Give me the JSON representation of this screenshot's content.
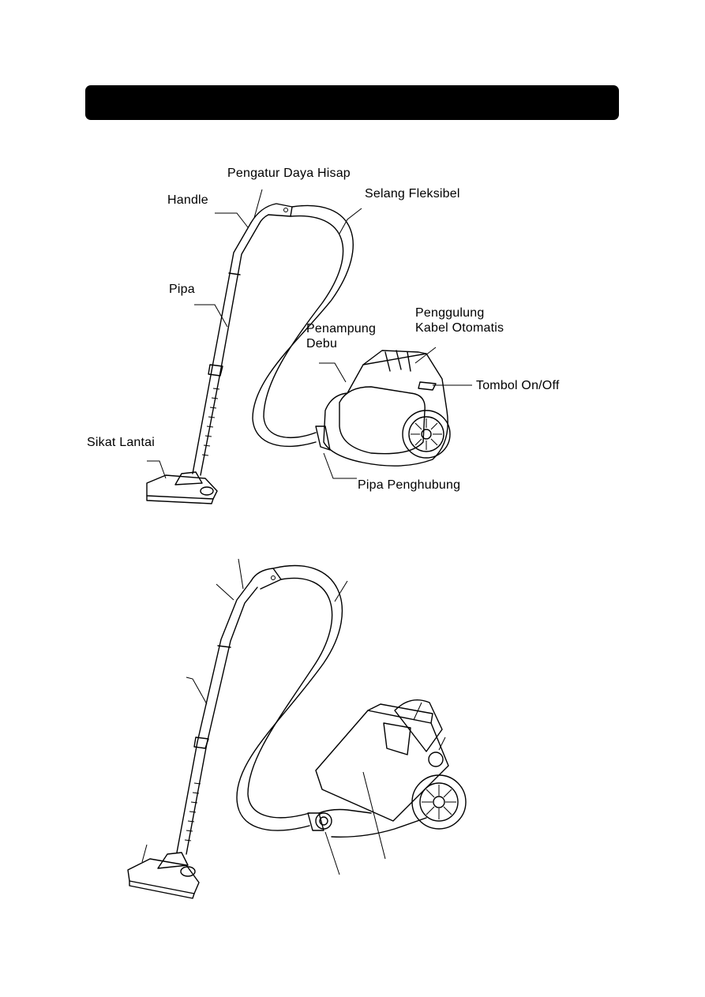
{
  "header": {
    "title": ""
  },
  "diagram1": {
    "labels": {
      "suction_regulator": "Pengatur Daya Hisap",
      "handle": "Handle",
      "flexible_hose": "Selang Fleksibel",
      "pipe": "Pipa",
      "dust_container": "Penampung\nDebu",
      "cord_rewinder": "Penggulung\nKabel Otomatis",
      "power_button": "Tombol On/Off",
      "floor_brush": "Sikat Lantai",
      "connector_pipe": "Pipa Penghubung"
    }
  },
  "colors": {
    "ink": "#000000",
    "paper": "#ffffff",
    "header": "#000000"
  }
}
